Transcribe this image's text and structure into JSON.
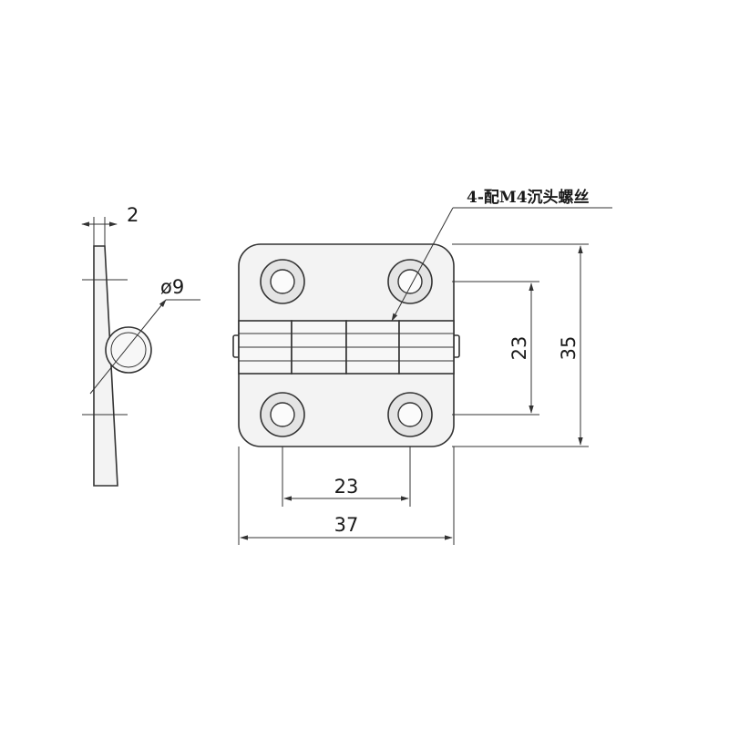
{
  "side_view": {
    "thickness_label": "2",
    "diameter_label": "ø9"
  },
  "front_view": {
    "hole_note": "4-配M4沉头螺丝",
    "vertical_hole_spacing": "23",
    "overall_height": "35",
    "horizontal_hole_spacing": "23",
    "overall_width": "37"
  },
  "colors": {
    "line": "#333333",
    "plate_fill": "#f3f3f3",
    "hole_fill": "#e4e4e4"
  }
}
